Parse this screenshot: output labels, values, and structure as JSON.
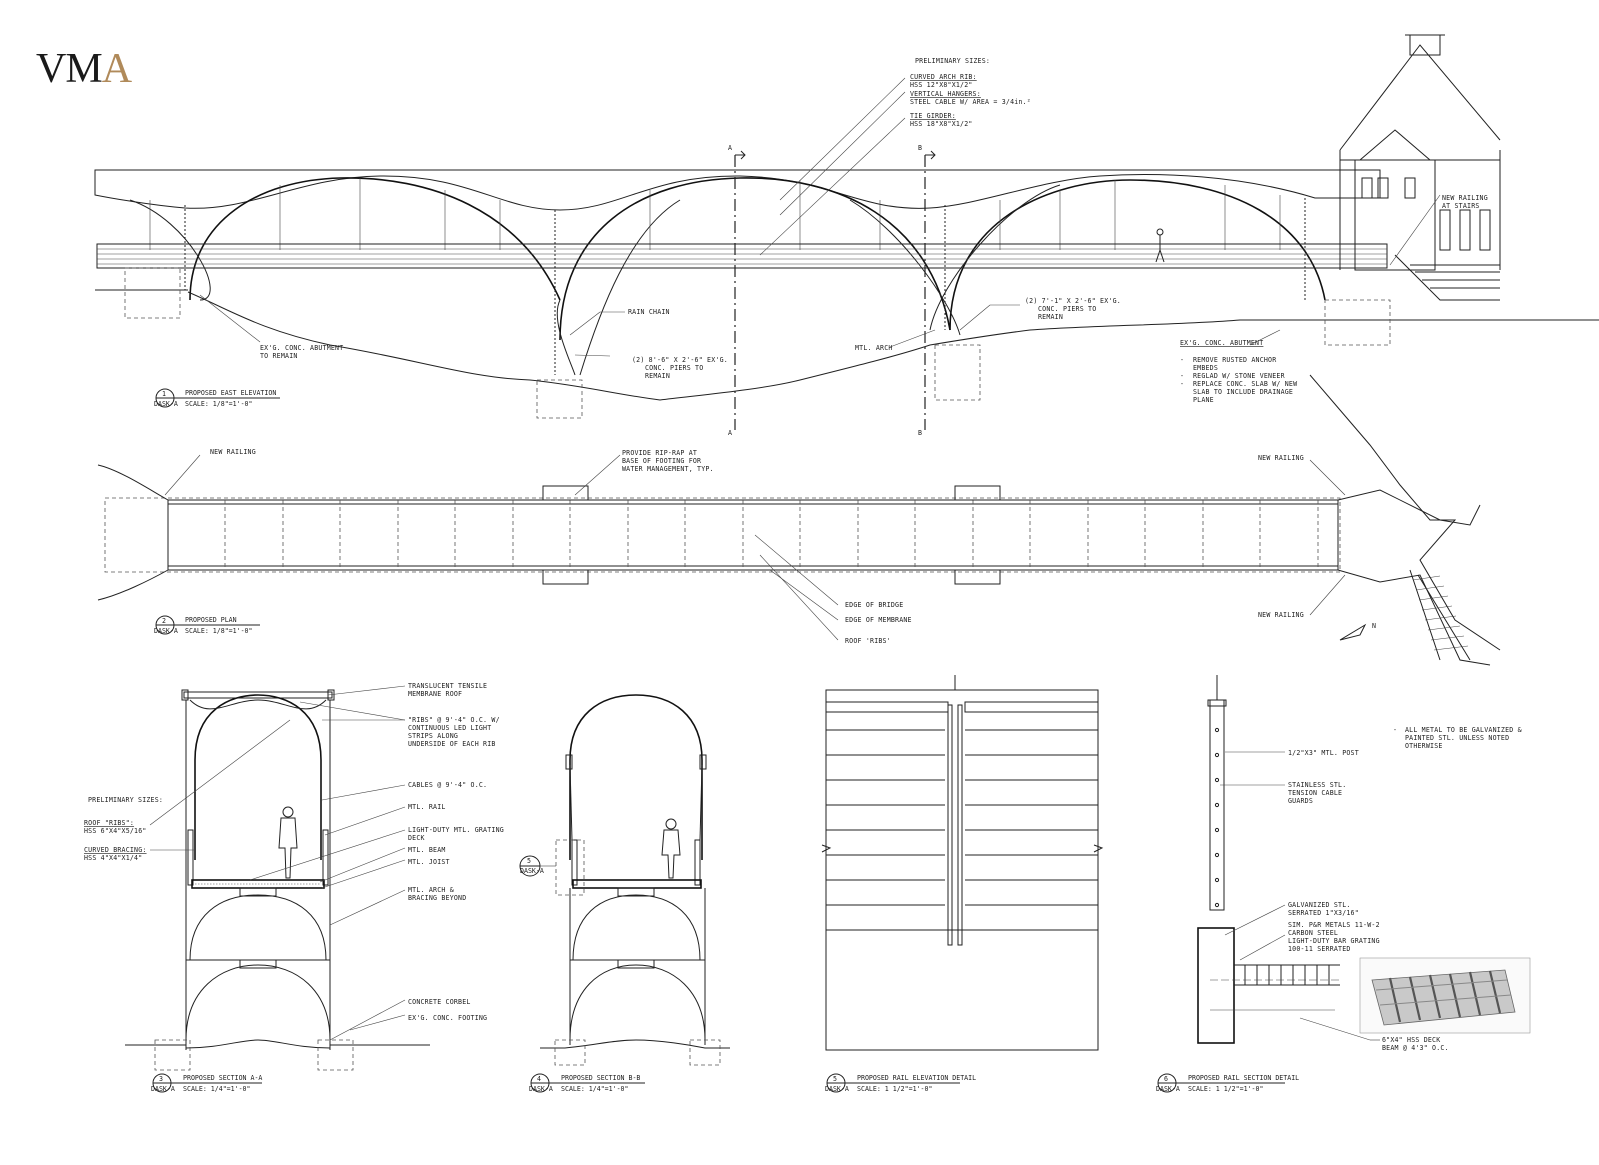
{
  "logo": {
    "letters_dark": "VM",
    "letters_accent": "A",
    "accent_color": "#b08a5a"
  },
  "elevation": {
    "preliminary_title": "PRELIMINARY SIZES:",
    "sizes": [
      {
        "heading": "CURVED ARCH RIB:",
        "value": "HSS 12\"X8\"X1/2\""
      },
      {
        "heading": "VERTICAL HANGERS:",
        "value": "STEEL CABLE W/ AREA = 3/4in.²"
      },
      {
        "heading": "TIE GIRDER:",
        "value": "HSS 18\"X8\"X1/2\""
      }
    ],
    "section_marks": [
      "A",
      "B"
    ],
    "rain_chain": "RAIN CHAIN",
    "abutment_left": [
      "EX'G. CONC. ABUTMENT",
      "TO REMAIN"
    ],
    "piers_left": [
      "(2) 8'-6\" X 2'-6\" EX'G.",
      "CONC. PIERS TO",
      "REMAIN"
    ],
    "mtl_arch": "MTL. ARCH",
    "piers_right": [
      "(2) 7'-1\" X 2'-6\" EX'G.",
      "CONC. PIERS TO",
      "REMAIN"
    ],
    "new_railing_stairs": [
      "NEW RAILING",
      "AT STAIRS"
    ],
    "abutment_right": "EX'G. CONC. ABUTMENT",
    "abutment_notes": [
      "REMOVE RUSTED ANCHOR",
      "EMBEDS",
      "REGLAD W/ STONE VENEER",
      "REPLACE CONC. SLAB W/ NEW",
      "SLAB TO INCLUDE DRAINAGE",
      "PLANE"
    ],
    "title_block": {
      "number": "1",
      "sheet": "DASK-A",
      "title": "PROPOSED EAST ELEVATION",
      "scale": "SCALE: 1/8\"=1'-0\""
    }
  },
  "plan": {
    "new_railing": "NEW RAILING",
    "rip_rap": [
      "PROVIDE RIP-RAP AT",
      "BASE OF FOOTING FOR",
      "WATER MANAGEMENT, TYP."
    ],
    "edge_of_bridge": "EDGE OF BRIDGE",
    "edge_of_membrane": "EDGE OF MEMBRANE",
    "roof_ribs": "ROOF 'RIBS'",
    "north": "N",
    "title_block": {
      "number": "2",
      "sheet": "DASK-A",
      "title": "PROPOSED PLAN",
      "scale": "SCALE: 1/8\"=1'-0\""
    }
  },
  "section_a": {
    "membrane": [
      "TRANSLUCENT TENSILE",
      "MEMBRANE ROOF"
    ],
    "ribs": [
      "\"RIBS\" @ 9'-4\" O.C. W/",
      "CONTINUOUS LED LIGHT",
      "STRIPS ALONG",
      "UNDERSIDE OF EACH RIB"
    ],
    "preliminary_title": "PRELIMINARY SIZES:",
    "roof_ribs_heading": "ROOF \"RIBS\":",
    "roof_ribs_value": "HSS 6\"X4\"X5/16\"",
    "curved_bracing_heading": "CURVED BRACING:",
    "curved_bracing_value": "HSS 4\"X4\"X1/4\"",
    "cables": "CABLES @ 9'-4\" O.C.",
    "mtl_rail": "MTL. RAIL",
    "grating": [
      "LIGHT-DUTY MTL. GRATING",
      "DECK"
    ],
    "mtl_beam": "MTL. BEAM",
    "mtl_joist": "MTL. JOIST",
    "arch_bracing": [
      "MTL. ARCH &",
      "BRACING BEYOND"
    ],
    "corbel": "CONCRETE CORBEL",
    "footing": "EX'G. CONC. FOOTING",
    "title_block": {
      "number": "3",
      "sheet": "DASK-A",
      "title": "PROPOSED SECTION A-A",
      "scale": "SCALE: 1/4\"=1'-0\""
    }
  },
  "section_b": {
    "callout_number": "5",
    "callout_sheet": "DASK-A",
    "title_block": {
      "number": "4",
      "sheet": "DASK-A",
      "title": "PROPOSED SECTION B-B",
      "scale": "SCALE: 1/4\"=1'-0\""
    }
  },
  "rail_elevation": {
    "title_block": {
      "number": "5",
      "sheet": "DASK-A",
      "title": "PROPOSED RAIL ELEVATION DETAIL",
      "scale": "SCALE: 1 1/2\"=1'-0\""
    }
  },
  "rail_section": {
    "post": "1/2\"X3\" MTL. POST",
    "cable": [
      "STAINLESS STL.",
      "TENSION CABLE",
      "GUARDS"
    ],
    "galvanized": [
      "GALVANIZED STL.",
      "SERRATED 1\"X3/16\""
    ],
    "sim": [
      "SIM. P&R METALS 11-W-2",
      "CARBON STEEL",
      "LIGHT-DUTY BAR GRATING",
      "100-11 SERRATED"
    ],
    "deck_beam": [
      "6\"X4\" HSS DECK",
      "BEAM @ 4'3\" O.C."
    ],
    "general_note": [
      "ALL METAL TO BE GALVANIZED &",
      "PAINTED STL. UNLESS NOTED",
      "OTHERWISE"
    ],
    "title_block": {
      "number": "6",
      "sheet": "DASK-A",
      "title": "PROPOSED RAIL SECTION DETAIL",
      "scale": "SCALE: 1 1/2\"=1'-0\""
    }
  }
}
